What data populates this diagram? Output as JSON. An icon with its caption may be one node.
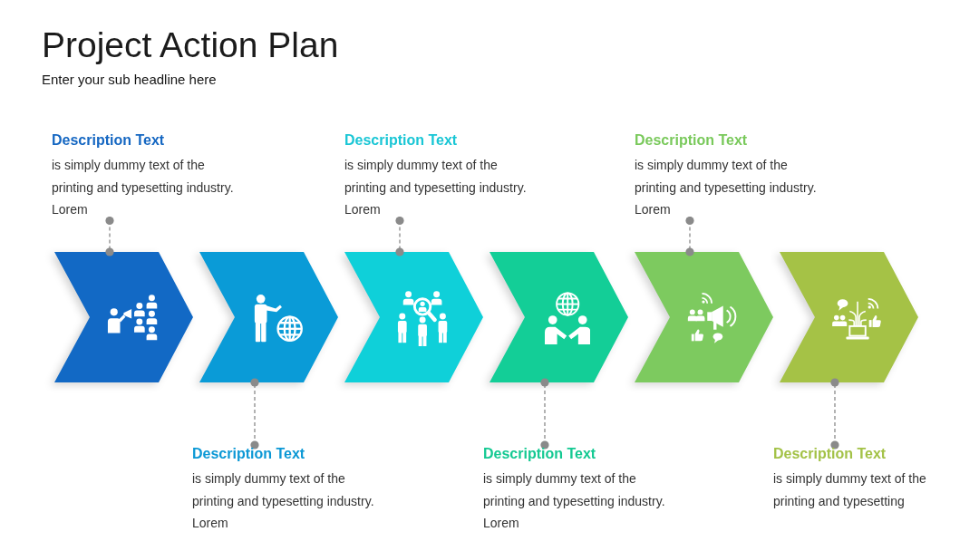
{
  "diagram": {
    "title": "Project Action Plan",
    "nodes": [
      {
        "text": [
          "Description Text",
          "is simply dummy text of the printing and typesetting industry. Lorem"
        ]
      },
      {
        "text": [
          "Description Text",
          "is simply dummy text of the printing and typesetting industry. Lorem"
        ]
      },
      {
        "text": [
          "Description Text",
          "is simply dummy text of the printing and typesetting industry. Lorem"
        ]
      },
      {
        "text": [],
        "shape": "chevron"
      },
      {
        "text": [],
        "shape": "chevron"
      },
      {
        "text": [],
        "shape": "chevron"
      },
      {
        "text": [],
        "shape": "chevron"
      },
      {
        "text": [],
        "shape": "chevron"
      },
      {
        "text": [],
        "shape": "chevron"
      },
      {
        "text": [
          "Description Text",
          "is simply dummy text of the printing and typesetting industry. Lorem"
        ]
      },
      {
        "text": [
          "Description Text",
          "is simply dummy text of the printing and typesetting industry. Lorem"
        ]
      },
      {
        "text": [
          "Description Text",
          "is simply dummy text of the printing and typesetting"
        ]
      }
    ],
    "edges": [
      {
        "from": 0,
        "to": 3,
        "arrow": "other",
        "style": "dashed"
      },
      {
        "from": 1,
        "to": 5,
        "arrow": "other",
        "style": "dashed"
      },
      {
        "from": 2,
        "to": 7,
        "arrow": "other",
        "style": "dashed"
      },
      {
        "from": 9,
        "to": 4,
        "arrow": "other",
        "style": "dashed"
      },
      {
        "from": 10,
        "to": 6,
        "arrow": "other",
        "style": "dashed"
      },
      {
        "from": 11,
        "to": 8,
        "arrow": "other",
        "style": "dashed"
      }
    ],
    "labels": [
      "Enter your sub headline here"
    ]
  }
}
